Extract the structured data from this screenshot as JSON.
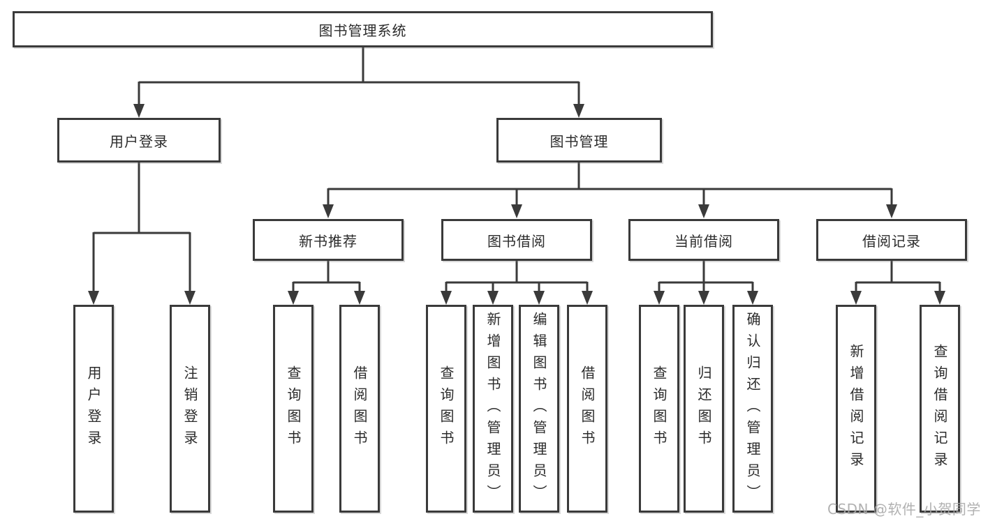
{
  "diagram": {
    "type": "hierarchy-tree",
    "root": {
      "label": "图书管理系统",
      "children": [
        {
          "label": "用户登录",
          "children": [
            {
              "label": "用户登录"
            },
            {
              "label": "注销登录"
            }
          ]
        },
        {
          "label": "图书管理",
          "children": [
            {
              "label": "新书推荐",
              "children": [
                {
                  "label": "查询图书"
                },
                {
                  "label": "借阅图书"
                }
              ]
            },
            {
              "label": "图书借阅",
              "children": [
                {
                  "label": "查询图书"
                },
                {
                  "label": "新增图书（管理员）"
                },
                {
                  "label": "编辑图书（管理员）"
                },
                {
                  "label": "借阅图书"
                }
              ]
            },
            {
              "label": "当前借阅",
              "children": [
                {
                  "label": "查询图书"
                },
                {
                  "label": "归还图书"
                },
                {
                  "label": "确认归还（管理员）"
                }
              ]
            },
            {
              "label": "借阅记录",
              "children": [
                {
                  "label": "新增借阅记录"
                },
                {
                  "label": "查询借阅记录"
                }
              ]
            }
          ]
        }
      ]
    },
    "colors": {
      "background": "#ffffff",
      "box_fill": "#ffffff",
      "box_border": "#3a3a3a",
      "line": "#3a3a3a",
      "text": "#2b2b2b"
    }
  },
  "watermark": {
    "text": "CSDN @软件_小贺同学",
    "color": "#a8a8a8"
  }
}
